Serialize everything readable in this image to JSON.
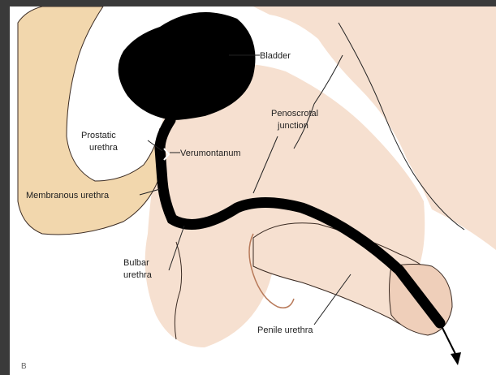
{
  "figure": {
    "panel_letter": "B",
    "colors": {
      "bone": "#f2d7ad",
      "skin": "#f6e0d0",
      "skin_shadow": "#efcfba",
      "urethra": "#000000",
      "outline": "#3a2a22",
      "background_left": "#3a3a3a"
    },
    "labels": {
      "bladder": "Bladder",
      "prostatic_urethra_1": "Prostatic",
      "prostatic_urethra_2": "urethra",
      "verumontanum": "Verumontanum",
      "membranous_urethra": "Membranous urethra",
      "penoscrotal_junction_1": "Penoscrotal",
      "penoscrotal_junction_2": "junction",
      "bulbar_urethra_1": "Bulbar",
      "bulbar_urethra_2": "urethra",
      "penile_urethra": "Penile urethra"
    }
  }
}
